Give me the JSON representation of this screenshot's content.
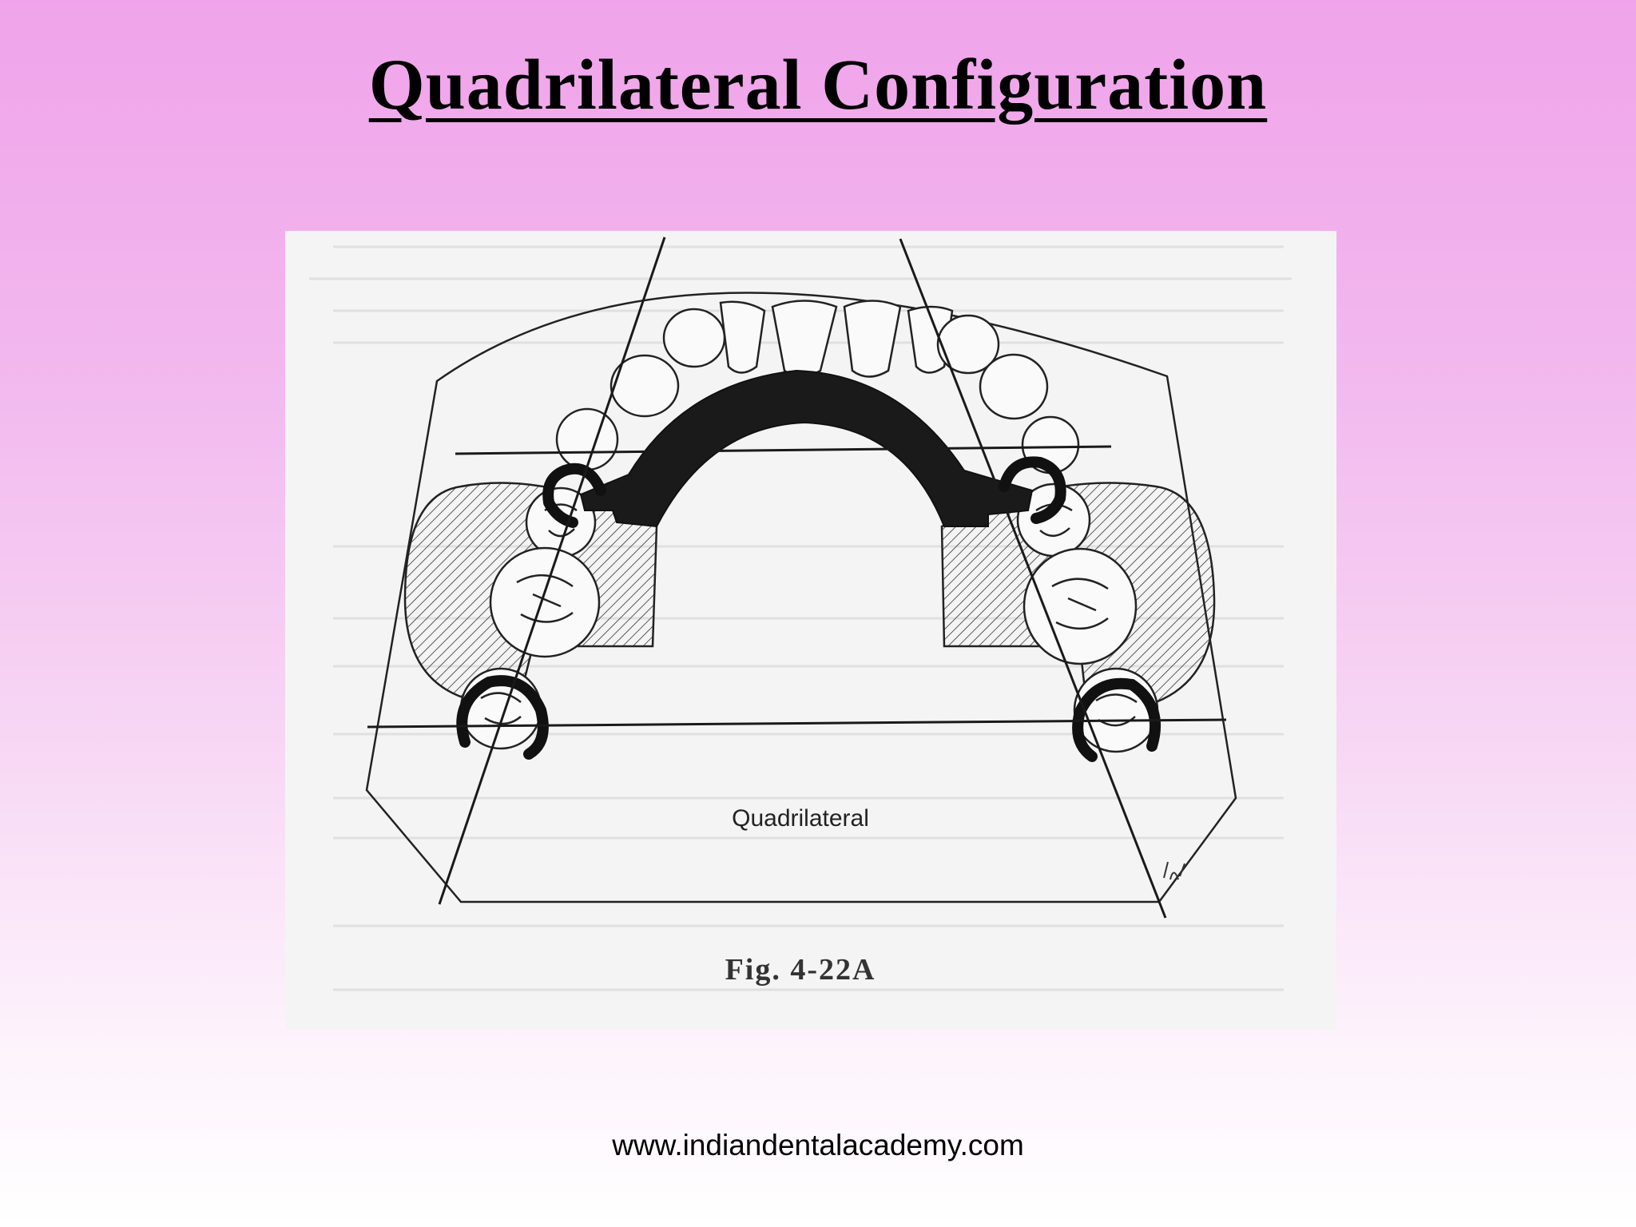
{
  "slide": {
    "title": "Quadrilateral Configuration",
    "footer_url": "www.indiandentalacademy.com"
  },
  "figure": {
    "diagram_label": "Quadrilateral",
    "caption": "Fig. 4-22A"
  }
}
